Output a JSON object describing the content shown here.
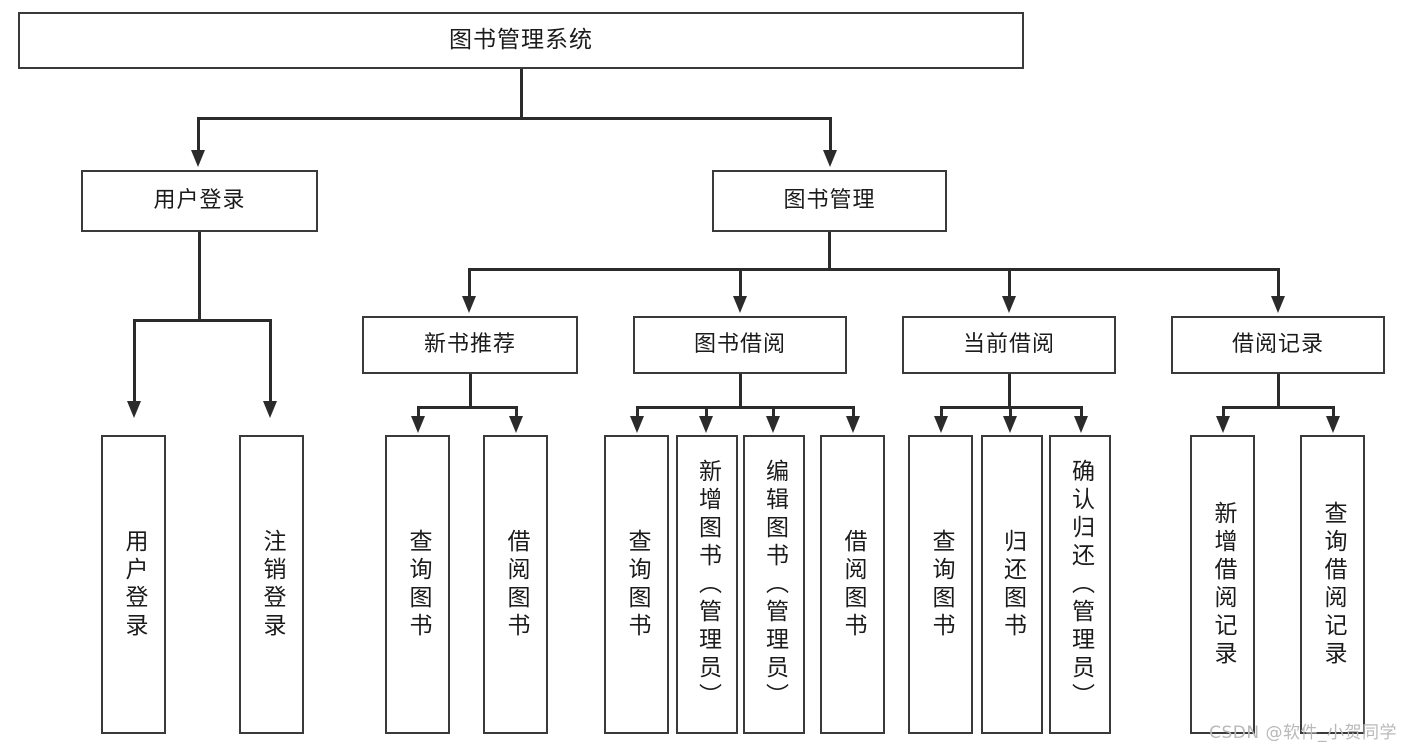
{
  "diagram": {
    "type": "tree-hierarchy-chart",
    "title": "图书管理系统",
    "orientation": "top-down",
    "colors": {
      "box_border": "#3a3a3a",
      "box_fill": "#ffffff",
      "connector": "#2b2b2b",
      "text": "#1b1b1b",
      "watermark": "#b9b9b9",
      "background": "#ffffff"
    }
  },
  "root": {
    "label": "图书管理系统"
  },
  "level2": [
    {
      "label": "用户登录"
    },
    {
      "label": "图书管理"
    }
  ],
  "level3": [
    {
      "label": "新书推荐"
    },
    {
      "label": "图书借阅"
    },
    {
      "label": "当前借阅"
    },
    {
      "label": "借阅记录"
    }
  ],
  "leaves": {
    "user_login": [
      {
        "label": "用户登录"
      },
      {
        "label": "注销登录"
      }
    ],
    "new_book_recommend": [
      {
        "label": "查询图书"
      },
      {
        "label": "借阅图书"
      }
    ],
    "book_borrow": [
      {
        "label": "查询图书"
      },
      {
        "label": "新增图书（管理员）"
      },
      {
        "label": "编辑图书（管理员）"
      },
      {
        "label": "借阅图书"
      }
    ],
    "current_borrow": [
      {
        "label": "查询图书"
      },
      {
        "label": "归还图书"
      },
      {
        "label": "确认归还（管理员）"
      }
    ],
    "borrow_record": [
      {
        "label": "新增借阅记录"
      },
      {
        "label": "查询借阅记录"
      }
    ]
  },
  "watermark": {
    "text": "CSDN @软件_小贺同学"
  }
}
